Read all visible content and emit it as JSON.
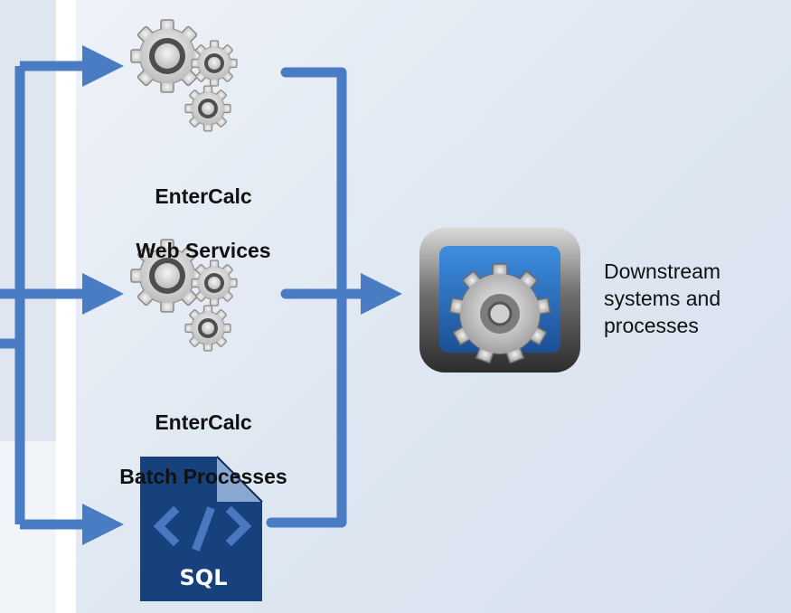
{
  "nodes": {
    "web_services": {
      "line1": "EnterCalc",
      "line2": "Web Services"
    },
    "batch_processes": {
      "line1": "EnterCalc",
      "line2": "Batch Processes"
    },
    "sql_script": {
      "badge": "SQL"
    },
    "downstream": {
      "text": "Downstream\nsystems and\nprocesses"
    }
  },
  "colors": {
    "arrow": "#4a7cc4",
    "gear_body": "#5a5a5a",
    "sql_doc": "#16417c",
    "app_icon_blue": "#2f72c8"
  },
  "icons": [
    "gears-icon",
    "gears-icon",
    "sql-document-icon",
    "settings-app-icon"
  ]
}
